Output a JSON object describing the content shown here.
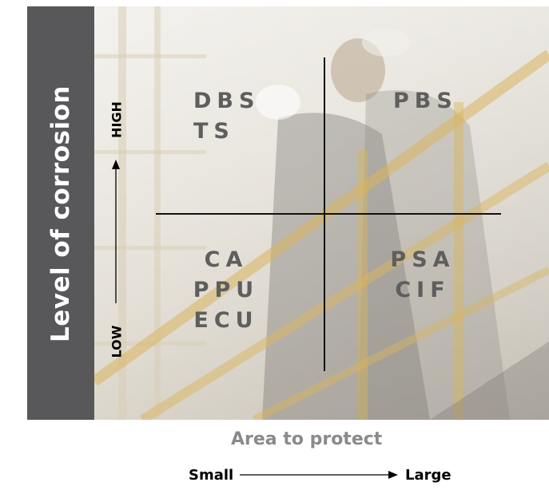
{
  "y_axis": {
    "title": "Level of corrosion",
    "high": "HIGH",
    "low": "LOW"
  },
  "x_axis": {
    "title": "Area to protect",
    "small": "Small",
    "large": "Large"
  },
  "quadrants": {
    "top_left": [
      "DBS",
      "TS"
    ],
    "top_right": [
      "PBS"
    ],
    "bottom_left": [
      "CA",
      "PPU",
      "ECU"
    ],
    "bottom_right": [
      "PSA",
      "CIF"
    ]
  },
  "colors": {
    "sidebar": "#58585a",
    "quadrant_text": "#5e5e5e",
    "x_title": "#8a8a8a"
  }
}
